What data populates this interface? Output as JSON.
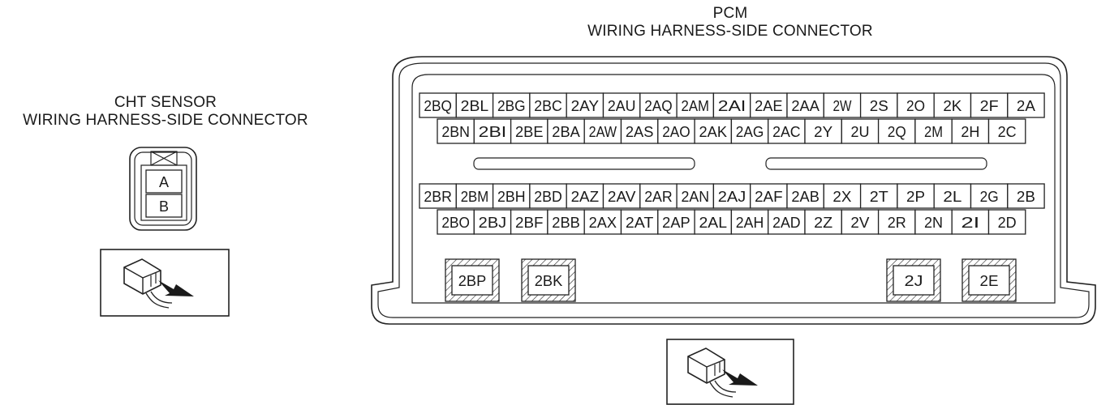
{
  "titles": {
    "pcm_line1": "PCM",
    "pcm_line2": "WIRING HARNESS-SIDE CONNECTOR",
    "cht_line1": "CHT SENSOR",
    "cht_line2": "WIRING HARNESS-SIDE CONNECTOR"
  },
  "cht_pins": [
    "A",
    "B"
  ],
  "pcm": {
    "row1": [
      "2BQ",
      "2BL",
      "2BG",
      "2BC",
      "2AY",
      "2AU",
      "2AQ",
      "2AM",
      "2AI",
      "2AE",
      "2AA",
      "2W",
      "2S",
      "2O",
      "2K",
      "2F",
      "2A"
    ],
    "row2": [
      "2BN",
      "2BI",
      "2BE",
      "2BA",
      "2AW",
      "2AS",
      "2AO",
      "2AK",
      "2AG",
      "2AC",
      "2Y",
      "2U",
      "2Q",
      "2M",
      "2H",
      "2C"
    ],
    "row3": [
      "2BR",
      "2BM",
      "2BH",
      "2BD",
      "2AZ",
      "2AV",
      "2AR",
      "2AN",
      "2AJ",
      "2AF",
      "2AB",
      "2X",
      "2T",
      "2P",
      "2L",
      "2G",
      "2B"
    ],
    "row4": [
      "2BO",
      "2BJ",
      "2BF",
      "2BB",
      "2AX",
      "2AT",
      "2AP",
      "2AL",
      "2AH",
      "2AD",
      "2Z",
      "2V",
      "2R",
      "2N",
      "2I",
      "2D"
    ],
    "special": [
      "2BP",
      "2BK",
      "2J",
      "2E"
    ]
  },
  "colors": {
    "line": "#222222",
    "background": "#ffffff"
  }
}
